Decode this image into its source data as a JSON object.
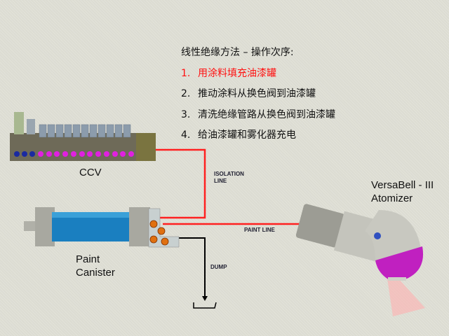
{
  "title": "线性绝缘方法 – 操作次序:",
  "steps": [
    {
      "num": "1.",
      "text": "用涂料填充油漆罐",
      "active": true
    },
    {
      "num": "2.",
      "text": "推动涂料从换色阀到油漆罐",
      "active": false
    },
    {
      "num": "3.",
      "text": "清洗绝缘管路从换色阀到油漆罐",
      "active": false
    },
    {
      "num": "4.",
      "text": "给油漆罐和雾化器充电",
      "active": false
    }
  ],
  "labels": {
    "ccv": "CCV",
    "canister_1": "Paint",
    "canister_2": "Canister",
    "atomizer_1": "VersaBell - III",
    "atomizer_2": "Atomizer",
    "isolation_1": "ISOLATION",
    "isolation_2": "LINE",
    "paint_line": "PAINT LINE",
    "dump": "DUMP"
  },
  "colors": {
    "active_step": "#ff1010",
    "paint_line": "#ff2020",
    "dump_line": "#000000",
    "canister": "#1a7fc0",
    "atomizer_bell": "#c020c0"
  }
}
